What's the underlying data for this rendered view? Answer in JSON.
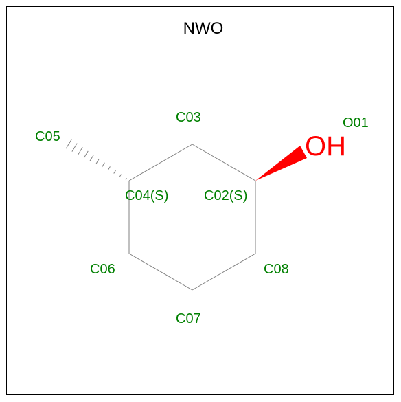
{
  "title": "NWO",
  "colors": {
    "label": "#008000",
    "oxygen": "#ff0000",
    "bond": "#808080",
    "wedge_bond": "#000000",
    "title": "#000000"
  },
  "atom_labels": {
    "o01": "O01",
    "c02": "C02(S)",
    "c03": "C03",
    "c04": "C04(S)",
    "c05": "C05",
    "c06": "C06",
    "c07": "C07",
    "c08": "C08"
  },
  "hydroxyl_label": "OH"
}
